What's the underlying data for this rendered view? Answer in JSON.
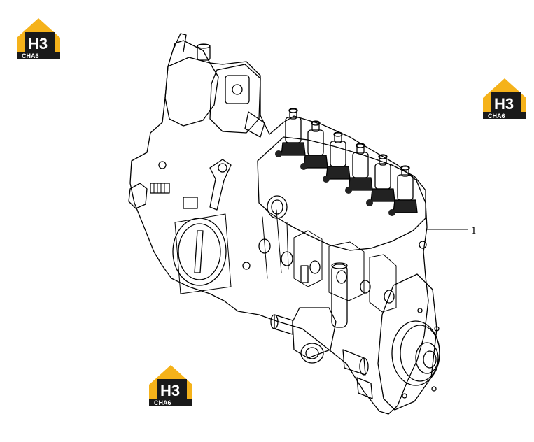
{
  "logos": [
    {
      "main": "H3",
      "sub": "CHA6"
    },
    {
      "main": "H3",
      "sub": "CHA6"
    },
    {
      "main": "H3",
      "sub": "CHA6"
    }
  ],
  "callouts": [
    {
      "label": "1"
    }
  ],
  "colors": {
    "logo_yellow": "#f5b21a",
    "logo_black": "#1a1a1a",
    "line": "#000000",
    "background": "#ffffff"
  }
}
